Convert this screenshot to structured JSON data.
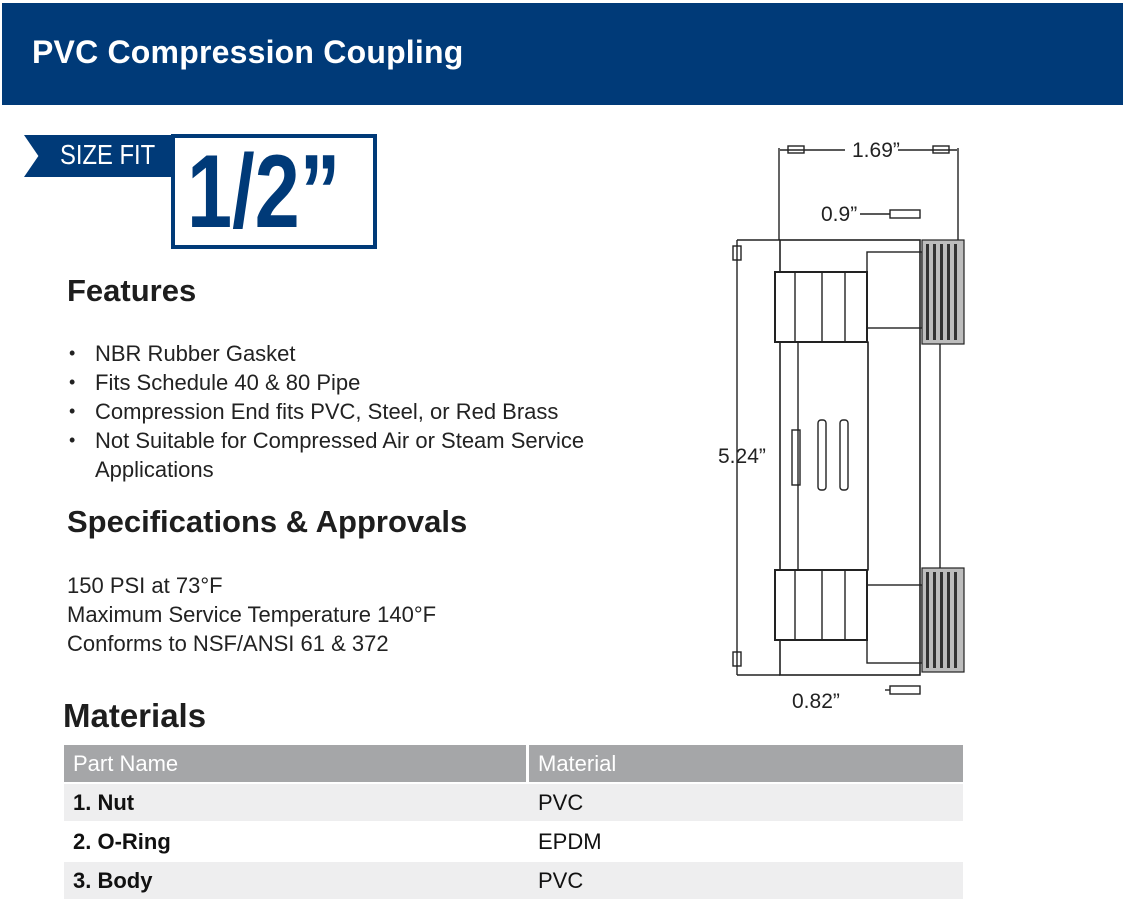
{
  "header": {
    "title": "PVC Compression Coupling"
  },
  "size_badge": {
    "label": "SIZE FIT",
    "value": "1/2”"
  },
  "features": {
    "title": "Features",
    "items": [
      "NBR Rubber Gasket",
      "Fits Schedule 40 & 80 Pipe",
      "Compression End fits PVC, Steel, or Red Brass",
      "Not Suitable for Compressed Air or Steam Service Applications"
    ]
  },
  "specifications": {
    "title": "Specifications & Approvals",
    "lines": [
      "150 PSI at 73°F",
      "Maximum Service Temperature 140°F",
      "Conforms to NSF/ANSI 61 & 372"
    ]
  },
  "materials": {
    "title": "Materials",
    "columns": [
      "Part Name",
      "Material"
    ],
    "rows": [
      {
        "part": "1. Nut",
        "material": "PVC"
      },
      {
        "part": "2. O-Ring",
        "material": "EPDM"
      },
      {
        "part": "3. Body",
        "material": "PVC"
      }
    ]
  },
  "diagram": {
    "dimensions": {
      "overall_width": "1.69”",
      "nut_offset": "0.9”",
      "length": "5.24”",
      "end_offset": "0.82”"
    }
  },
  "colors": {
    "brand_blue": "#003a78",
    "table_header_gray": "#a5a6a8",
    "row_shade": "#eeeeef"
  }
}
